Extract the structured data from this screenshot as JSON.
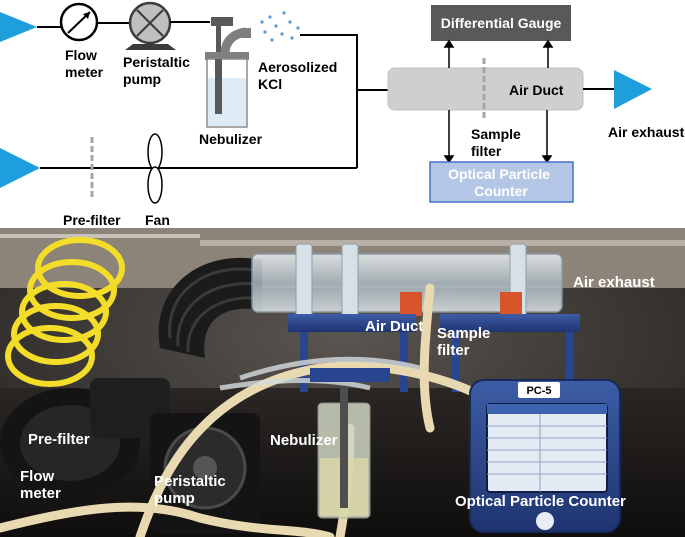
{
  "schematic": {
    "labels": {
      "flow_meter": [
        "Flow",
        "meter"
      ],
      "peristaltic_pump": [
        "Peristaltic",
        "pump"
      ],
      "nebulizer": "Nebulizer",
      "aerosolized_kcl": [
        "Aerosolized",
        "KCl"
      ],
      "differential_gauge": "Differential Gauge",
      "air_duct": "Air Duct",
      "sample_filter": [
        "Sample",
        "filter"
      ],
      "optical_particle_counter": [
        "Optical Particle",
        "Counter"
      ],
      "air_exhaust": "Air exhaust",
      "pre_filter": "Pre-filter",
      "fan": "Fan"
    },
    "colors": {
      "inlet_arrow": "#1e9fdc",
      "gauge_box": "#595959",
      "duct_body": "#d0cece",
      "counter_box": "#b4c7e7",
      "counter_border": "#4472c4",
      "pipe": "#000000",
      "filter_line": "#a6a6a6"
    }
  },
  "photo": {
    "labels": {
      "air_duct": "Air Duct",
      "air_exhaust": "Air exhaust",
      "sample_filter": [
        "Sample",
        "filter"
      ],
      "pre_filter": "Pre-filter",
      "nebulizer": "Nebulizer",
      "flow_meter": [
        "Flow",
        "meter"
      ],
      "peristaltic_pump": [
        "Peristaltic",
        "pump"
      ],
      "optical_particle_counter": "Optical Particle Counter",
      "device_tag": "PC-5"
    }
  }
}
